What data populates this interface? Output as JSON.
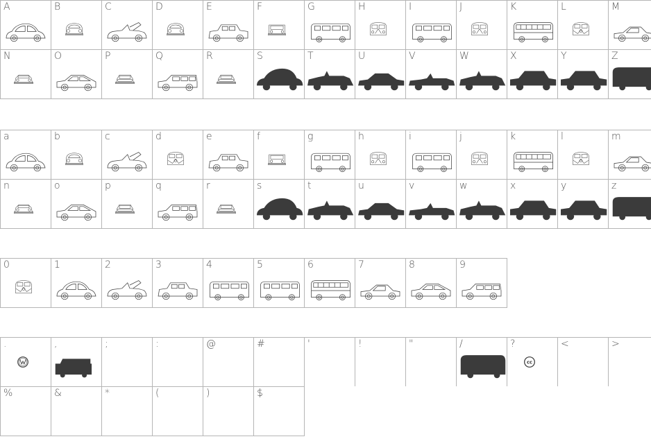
{
  "sections": [
    {
      "name": "uppercase",
      "rows": [
        [
          "A",
          "B",
          "C",
          "D",
          "E",
          "F",
          "G",
          "H",
          "I",
          "J",
          "K",
          "L",
          "M"
        ],
        [
          "N",
          "O",
          "P",
          "Q",
          "R",
          "S",
          "T",
          "U",
          "V",
          "W",
          "X",
          "Y",
          "Z"
        ]
      ]
    },
    {
      "name": "lowercase",
      "rows": [
        [
          "a",
          "b",
          "c",
          "d",
          "e",
          "f",
          "g",
          "h",
          "i",
          "j",
          "k",
          "l",
          "m"
        ],
        [
          "n",
          "o",
          "p",
          "q",
          "r",
          "s",
          "t",
          "u",
          "v",
          "w",
          "x",
          "y",
          "z"
        ]
      ]
    },
    {
      "name": "digits",
      "rows": [
        [
          "0",
          "1",
          "2",
          "3",
          "4",
          "5",
          "6",
          "7",
          "8",
          "9"
        ]
      ]
    },
    {
      "name": "punctuation",
      "rows": [
        [
          ".",
          ",",
          ";",
          ":",
          "@",
          "#",
          "'",
          "!",
          "\"",
          "/",
          "?",
          "<",
          ">"
        ],
        [
          "%",
          "&",
          "*",
          "(",
          ")",
          "$"
        ]
      ]
    }
  ],
  "glyph_map": {
    "A": "beetle-side",
    "B": "beetle-front",
    "C": "convertible-side",
    "D": "beetle-front",
    "E": "thing-side",
    "F": "thing-front",
    "G": "bus-side",
    "H": "bus-front",
    "I": "bus-side",
    "J": "bus-front",
    "K": "bus-window-side",
    "L": "bus-split-front",
    "M": "coupe-side",
    "N": "coupe-front",
    "O": "fastback-side",
    "P": "fastback-front",
    "Q": "wagon-side",
    "R": "wagon-front",
    "S": "beetle-silhouette",
    "T": "roadster-silhouette",
    "U": "coupe-silhouette",
    "V": "cabrio-silhouette",
    "W": "roadster-silhouette",
    "X": "sedan-silhouette",
    "Y": "sedan-silhouette",
    "Z": "bus-silhouette",
    "a": "beetle-side",
    "b": "beetle-front",
    "c": "convertible-side",
    "d": "bus-split-front",
    "e": "thing-side",
    "f": "thing-front",
    "g": "bus-side",
    "h": "bus-front",
    "i": "bus-side",
    "j": "bus-front",
    "k": "bus-window-side",
    "l": "bus-split-front",
    "m": "coupe-side",
    "n": "coupe-front",
    "o": "fastback-side",
    "p": "fastback-front",
    "q": "wagon-side",
    "r": "wagon-front",
    "s": "beetle-silhouette",
    "t": "roadster-silhouette",
    "u": "coupe-silhouette",
    "v": "cabrio-silhouette",
    "w": "roadster-silhouette",
    "x": "sedan-silhouette",
    "y": "sedan-silhouette",
    "z": "bus-silhouette",
    "0": "bus-split-front",
    "1": "beetle-side",
    "2": "convertible-side",
    "3": "thing-side",
    "4": "bus-side",
    "5": "bus-side",
    "6": "bus-window-side",
    "7": "coupe-side",
    "8": "fastback-side",
    "9": "wagon-side",
    ".": "vw-logo",
    ",": "camper-silhouette",
    "/": "bus-silhouette",
    "?": "cc-logo"
  },
  "colors": {
    "grid": "#b5b5b5",
    "label": "#555555",
    "ink": "#3a3a3a"
  }
}
